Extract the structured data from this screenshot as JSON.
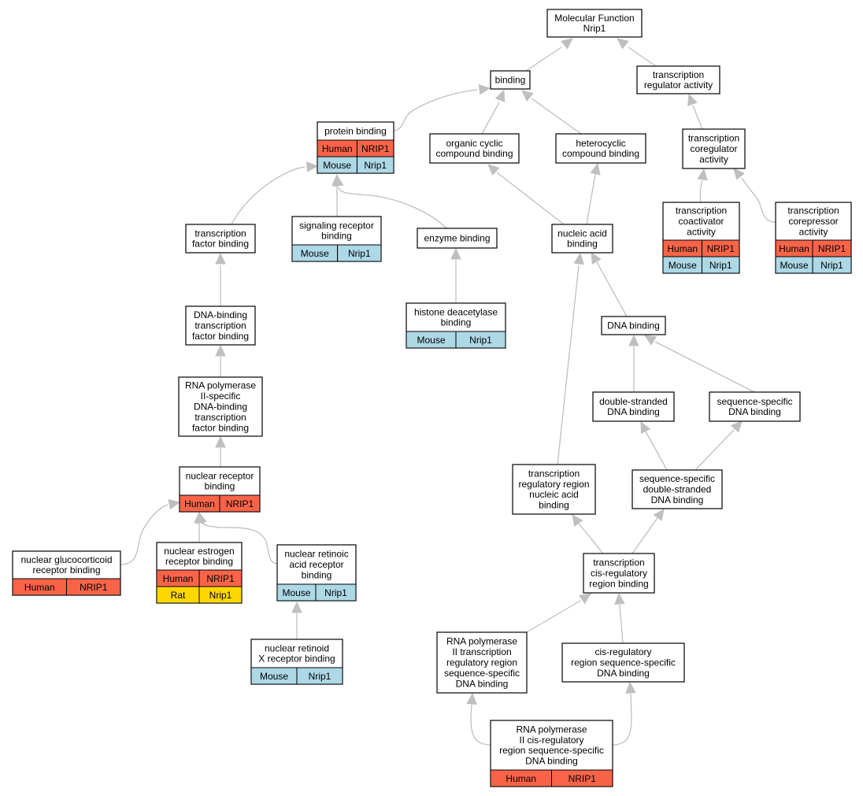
{
  "colors": {
    "human": "#f96449",
    "mouse": "#add8e6",
    "rat": "#ffd700",
    "edge": "#bfbfbf",
    "border": "#000000"
  },
  "nodes": [
    {
      "id": "mf",
      "lines": [
        "Molecular Function",
        "Nrip1"
      ],
      "annotations": []
    },
    {
      "id": "binding",
      "lines": [
        "binding"
      ],
      "annotations": []
    },
    {
      "id": "tra",
      "lines": [
        "transcription",
        "regulator activity"
      ],
      "annotations": []
    },
    {
      "id": "pb",
      "lines": [
        "protein binding"
      ],
      "annotations": [
        {
          "species": "Human",
          "gene": "NRIP1"
        },
        {
          "species": "Mouse",
          "gene": "Nrip1"
        }
      ]
    },
    {
      "id": "occb",
      "lines": [
        "organic cyclic",
        "compound binding"
      ],
      "annotations": []
    },
    {
      "id": "hcb",
      "lines": [
        "heterocyclic",
        "compound binding"
      ],
      "annotations": []
    },
    {
      "id": "tcra",
      "lines": [
        "transcription",
        "coregulator",
        "activity"
      ],
      "annotations": []
    },
    {
      "id": "tfb",
      "lines": [
        "transcription",
        "factor binding"
      ],
      "annotations": []
    },
    {
      "id": "srb",
      "lines": [
        "signaling receptor",
        "binding"
      ],
      "annotations": [
        {
          "species": "Mouse",
          "gene": "Nrip1"
        }
      ]
    },
    {
      "id": "eb",
      "lines": [
        "enzyme binding"
      ],
      "annotations": []
    },
    {
      "id": "nab",
      "lines": [
        "nucleic acid",
        "binding"
      ],
      "annotations": []
    },
    {
      "id": "tcoa",
      "lines": [
        "transcription",
        "coactivator",
        "activity"
      ],
      "annotations": [
        {
          "species": "Human",
          "gene": "NRIP1"
        },
        {
          "species": "Mouse",
          "gene": "Nrip1"
        }
      ]
    },
    {
      "id": "tcora",
      "lines": [
        "transcription",
        "corepressor",
        "activity"
      ],
      "annotations": [
        {
          "species": "Human",
          "gene": "NRIP1"
        },
        {
          "species": "Mouse",
          "gene": "Nrip1"
        }
      ]
    },
    {
      "id": "dbtfb",
      "lines": [
        "DNA-binding",
        "transcription",
        "factor binding"
      ],
      "annotations": []
    },
    {
      "id": "hdb",
      "lines": [
        "histone deacetylase",
        "binding"
      ],
      "annotations": [
        {
          "species": "Mouse",
          "gene": "Nrip1"
        }
      ]
    },
    {
      "id": "dnab",
      "lines": [
        "DNA binding"
      ],
      "annotations": []
    },
    {
      "id": "rnap2tf",
      "lines": [
        "RNA polymerase",
        "II-specific",
        "DNA-binding",
        "transcription",
        "factor binding"
      ],
      "annotations": []
    },
    {
      "id": "dsdb",
      "lines": [
        "double-stranded",
        "DNA binding"
      ],
      "annotations": []
    },
    {
      "id": "ssdb",
      "lines": [
        "sequence-specific",
        "DNA binding"
      ],
      "annotations": []
    },
    {
      "id": "nrb",
      "lines": [
        "nuclear receptor",
        "binding"
      ],
      "annotations": [
        {
          "species": "Human",
          "gene": "NRIP1"
        }
      ]
    },
    {
      "id": "trrnab",
      "lines": [
        "transcription",
        "regulatory region",
        "nucleic acid",
        "binding"
      ],
      "annotations": []
    },
    {
      "id": "ssdsdb",
      "lines": [
        "sequence-specific",
        "double-stranded",
        "DNA binding"
      ],
      "annotations": []
    },
    {
      "id": "ngrb",
      "lines": [
        "nuclear glucocorticoid",
        "receptor binding"
      ],
      "annotations": [
        {
          "species": "Human",
          "gene": "NRIP1"
        }
      ]
    },
    {
      "id": "nerb",
      "lines": [
        "nuclear estrogen",
        "receptor binding"
      ],
      "annotations": [
        {
          "species": "Human",
          "gene": "NRIP1"
        },
        {
          "species": "Rat",
          "gene": "Nrip1"
        }
      ]
    },
    {
      "id": "nrarb",
      "lines": [
        "nuclear retinoic",
        "acid receptor",
        "binding"
      ],
      "annotations": [
        {
          "species": "Mouse",
          "gene": "Nrip1"
        }
      ]
    },
    {
      "id": "tcrrb",
      "lines": [
        "transcription",
        "cis-regulatory",
        "region binding"
      ],
      "annotations": []
    },
    {
      "id": "nrxrb",
      "lines": [
        "nuclear retinoid",
        "X receptor binding"
      ],
      "annotations": [
        {
          "species": "Mouse",
          "gene": "Nrip1"
        }
      ]
    },
    {
      "id": "rnap2trr",
      "lines": [
        "RNA polymerase",
        "II transcription",
        "regulatory region",
        "sequence-specific",
        "DNA binding"
      ],
      "annotations": []
    },
    {
      "id": "crssdb",
      "lines": [
        "cis-regulatory",
        "region sequence-specific",
        "DNA binding"
      ],
      "annotations": []
    },
    {
      "id": "rnap2cr",
      "lines": [
        "RNA polymerase",
        "II cis-regulatory",
        "region sequence-specific",
        "DNA binding"
      ],
      "annotations": [
        {
          "species": "Human",
          "gene": "NRIP1"
        }
      ]
    }
  ],
  "edges": [
    {
      "from": "binding",
      "to": "mf"
    },
    {
      "from": "tra",
      "to": "mf"
    },
    {
      "from": "pb",
      "to": "binding"
    },
    {
      "from": "occb",
      "to": "binding"
    },
    {
      "from": "hcb",
      "to": "binding"
    },
    {
      "from": "tcra",
      "to": "tra"
    },
    {
      "from": "tfb",
      "to": "pb"
    },
    {
      "from": "srb",
      "to": "pb"
    },
    {
      "from": "eb",
      "to": "pb"
    },
    {
      "from": "nab",
      "to": "occb"
    },
    {
      "from": "nab",
      "to": "hcb"
    },
    {
      "from": "tcoa",
      "to": "tcra"
    },
    {
      "from": "tcora",
      "to": "tcra"
    },
    {
      "from": "dbtfb",
      "to": "tfb"
    },
    {
      "from": "hdb",
      "to": "eb"
    },
    {
      "from": "dnab",
      "to": "nab"
    },
    {
      "from": "trrnab",
      "to": "nab"
    },
    {
      "from": "rnap2tf",
      "to": "dbtfb"
    },
    {
      "from": "dsdb",
      "to": "dnab"
    },
    {
      "from": "ssdb",
      "to": "dnab"
    },
    {
      "from": "nrb",
      "to": "rnap2tf"
    },
    {
      "from": "ssdsdb",
      "to": "dsdb"
    },
    {
      "from": "ssdsdb",
      "to": "ssdb"
    },
    {
      "from": "ngrb",
      "to": "nrb"
    },
    {
      "from": "nerb",
      "to": "nrb"
    },
    {
      "from": "nrarb",
      "to": "nrb"
    },
    {
      "from": "tcrrb",
      "to": "trrnab"
    },
    {
      "from": "tcrrb",
      "to": "ssdsdb"
    },
    {
      "from": "nrxrb",
      "to": "nrarb"
    },
    {
      "from": "rnap2trr",
      "to": "tcrrb"
    },
    {
      "from": "crssdb",
      "to": "tcrrb"
    },
    {
      "from": "rnap2cr",
      "to": "rnap2trr"
    },
    {
      "from": "rnap2cr",
      "to": "crssdb"
    }
  ]
}
